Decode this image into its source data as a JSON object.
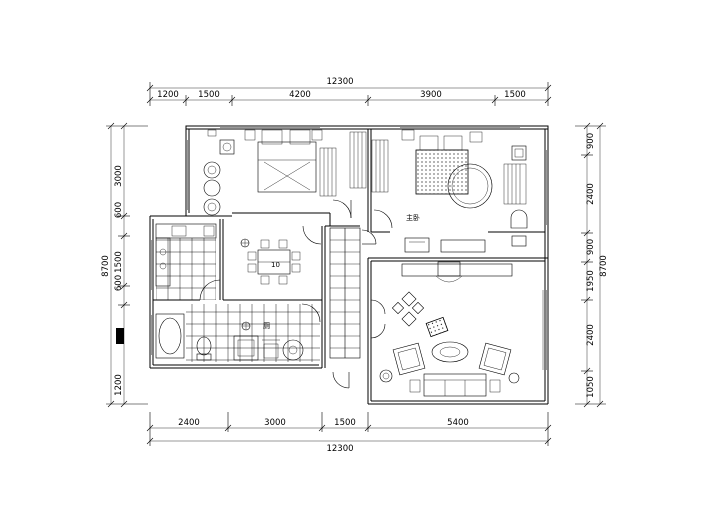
{
  "top_dimensions": {
    "overall": "12300",
    "segments": [
      "1200",
      "1500",
      "4200",
      "3900",
      "1500"
    ]
  },
  "bottom_dimensions": {
    "overall": "12300",
    "segments": [
      "2400",
      "3000",
      "1500",
      "5400"
    ]
  },
  "left_dimensions": {
    "overall": "8700",
    "segments": [
      "3000",
      "600",
      "1500",
      "600",
      "1200"
    ]
  },
  "right_dimensions": {
    "overall": "8700",
    "segments": [
      "900",
      "2400",
      "900",
      "1950",
      "2400",
      "1050"
    ]
  },
  "room_labels": {
    "dining_table": "10",
    "bath": "厕",
    "master_bedroom": "主卧"
  }
}
